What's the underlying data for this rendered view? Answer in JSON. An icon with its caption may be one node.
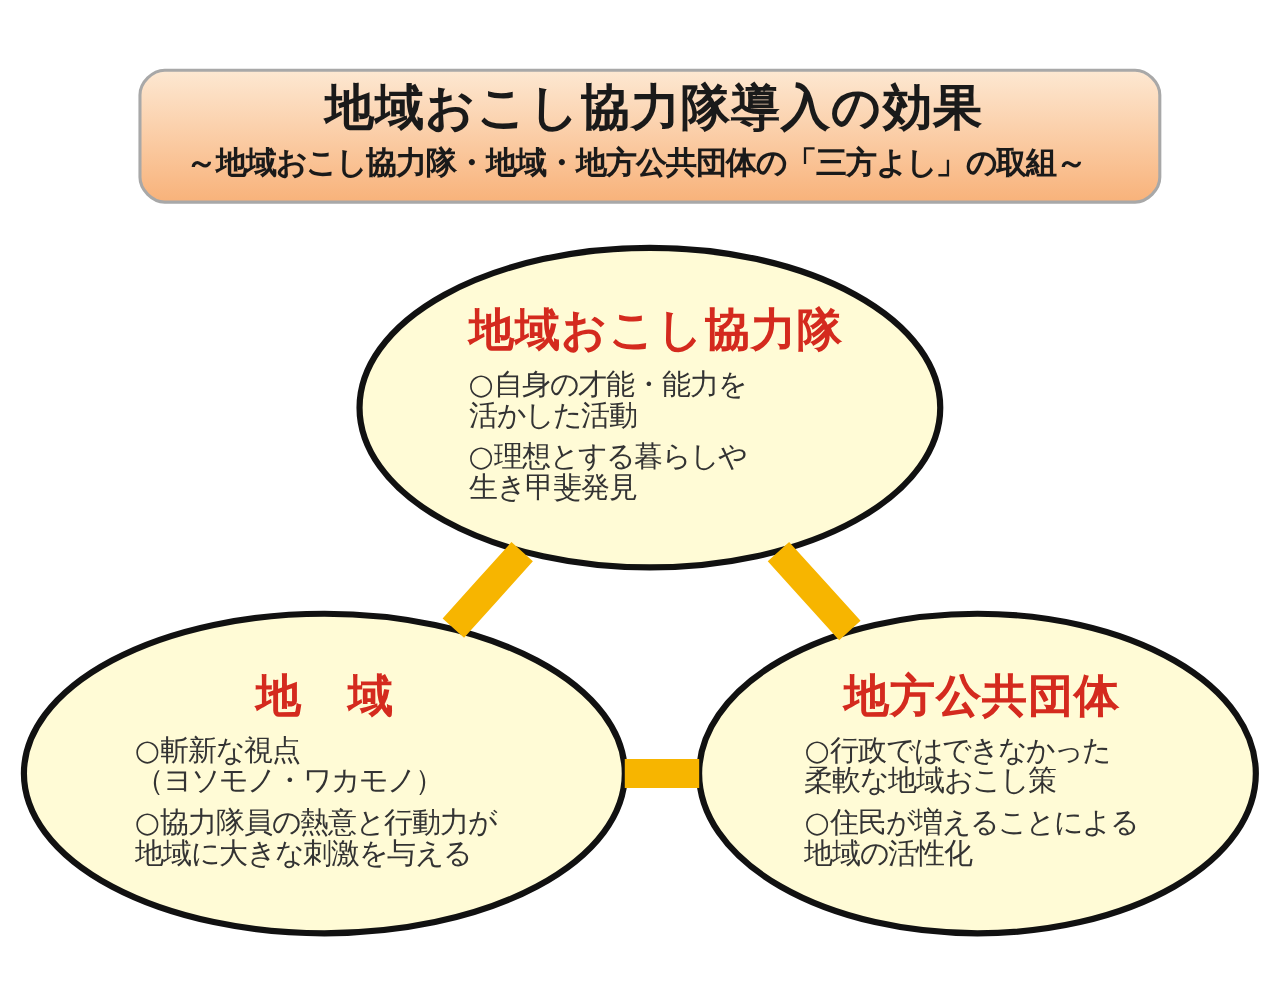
{
  "diagram": {
    "nodes": [
      {
        "text": [
          "地域おこし協力隊導入の効果",
          "～地域おこし協力隊・地域・地方公共団体の「三方よし」の取組～"
        ]
      },
      {
        "text": [
          "地域おこし協力隊",
          "○自身の才能・能力を活かした活動",
          "○理想とする暮らしや生き甲斐発見"
        ]
      },
      {
        "text": [
          "地　域",
          "○斬新な視点（ヨソモノ・ワカモノ）",
          "○協力隊員の熱意と行動力が地域に大きな刺激を与える"
        ]
      },
      {
        "text": [
          "地方公共団体",
          "○行政ではできなかった柔軟な地域おこし策",
          "○住民が増えることによる地域の活性化"
        ]
      }
    ],
    "edges": [
      {
        "from": 1,
        "to": 2,
        "arrow": "none"
      },
      {
        "from": 1,
        "to": 3,
        "arrow": "none"
      },
      {
        "from": 2,
        "to": 3,
        "arrow": "none"
      }
    ]
  }
}
